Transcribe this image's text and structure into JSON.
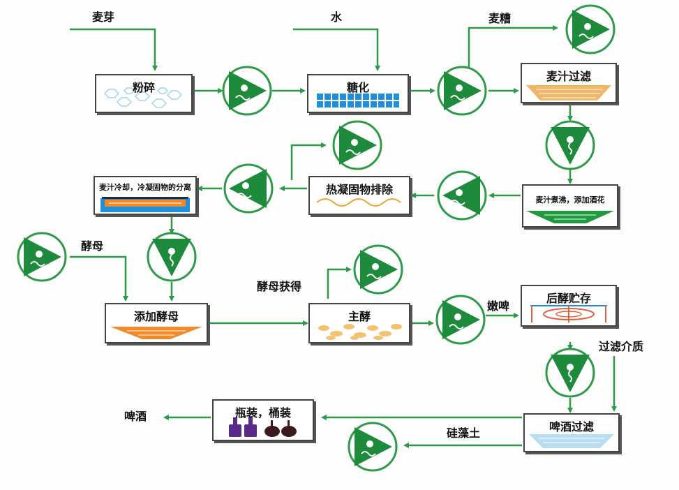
{
  "inputs": {
    "malt": "麦芽",
    "water": "水",
    "grains": "麦糟",
    "yeast": "酵母",
    "yeast_recovery": "酵母获得",
    "green_beer": "嫩啤",
    "filter_medium": "过滤介质",
    "diatomite": "硅藻土",
    "beer": "啤酒"
  },
  "steps": {
    "milling": "粉碎",
    "mashing": "糖化",
    "wort_filtration": "麦汁过滤",
    "wort_boiling": "麦汁煮沸，添加酒花",
    "hot_trub": "热凝固物排除",
    "cooling": "麦汁冷却，冷凝固物的分离",
    "add_yeast": "添加酵母",
    "main_fermentation": "主酵",
    "secondary_fermentation": "后酵贮存",
    "beer_filtration": "啤酒过滤",
    "packaging": "瓶装，桶装"
  },
  "colors": {
    "arrow": "#2e9a48",
    "pump_fill": "#1e8a3c",
    "pump_ring": "#2e9a48",
    "milling_pattern": "#9fd3ef",
    "mashing_pattern": "#1e8fd8",
    "filter_pattern": "#f2b766",
    "boil_pattern": "#1f9a3c",
    "trub_wave": "#f0a030",
    "yeast_pattern": "#f08a2a",
    "bubble_pattern": "#f3c26e",
    "ferment_tank": "#e0603a",
    "beer_filter_pattern": "#b8def5",
    "bottle_purple": "#5a2a8a",
    "barrel_dark": "#3a1a1a"
  },
  "icons": [
    "pump-icon",
    "bottle-icon",
    "barrel-icon"
  ]
}
